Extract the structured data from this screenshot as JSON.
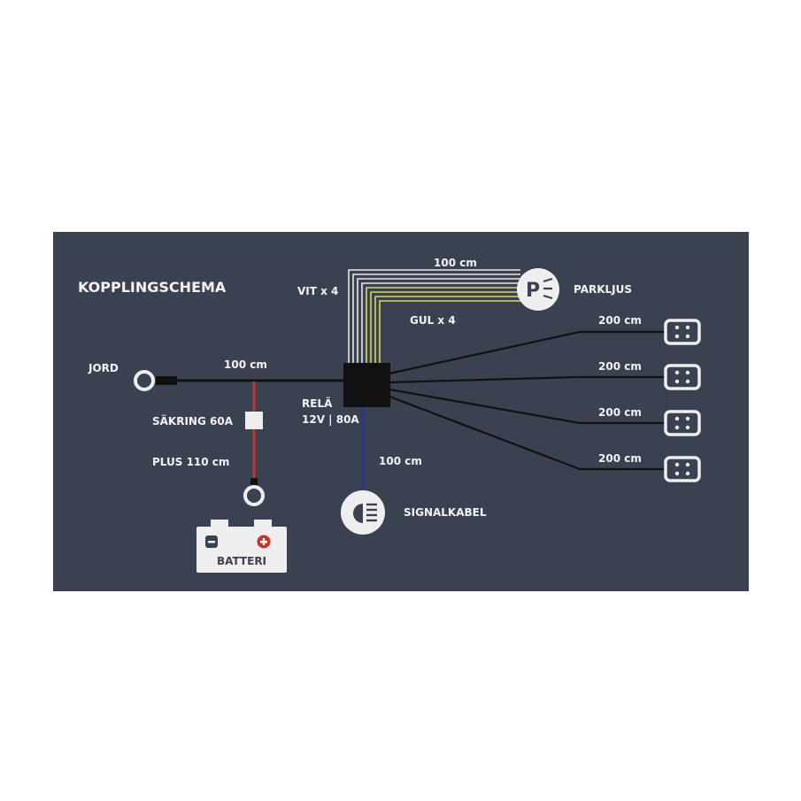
{
  "title": "KOPPLINGSCHEMA",
  "labels": {
    "jord": "JORD",
    "ground_length": "100 cm",
    "fuse": "SÄKRING 60A",
    "plus": "PLUS 110 cm",
    "battery": "BATTERI",
    "relay_name": "RELÄ",
    "relay_spec": "12V | 80A",
    "signal_length": "100 cm",
    "signal": "SIGNALKABEL",
    "white_wires": "VIT x 4",
    "yellow_wires": "GUL x 4",
    "parking_length": "100 cm",
    "parking": "PARKLJUS",
    "parking_symbol": "P"
  },
  "outputs": [
    {
      "length": "200 cm"
    },
    {
      "length": "200 cm"
    },
    {
      "length": "200 cm"
    },
    {
      "length": "200 cm"
    }
  ],
  "colors": {
    "background": "#3a4150",
    "wire_black": "#111111",
    "wire_red": "#c8322d",
    "wire_blue": "#2e3a8c",
    "wire_white": "#e8e8e8",
    "wire_yellow": "#d8d860",
    "icon_fill": "#eeeeee"
  },
  "icons": {
    "ground": "ring-terminal-icon",
    "fuse": "fuse-icon",
    "battery": "battery-icon",
    "relay": "relay-box-icon",
    "signal": "headlight-icon",
    "parking": "parking-light-icon",
    "connector": "connector-plug-icon"
  }
}
